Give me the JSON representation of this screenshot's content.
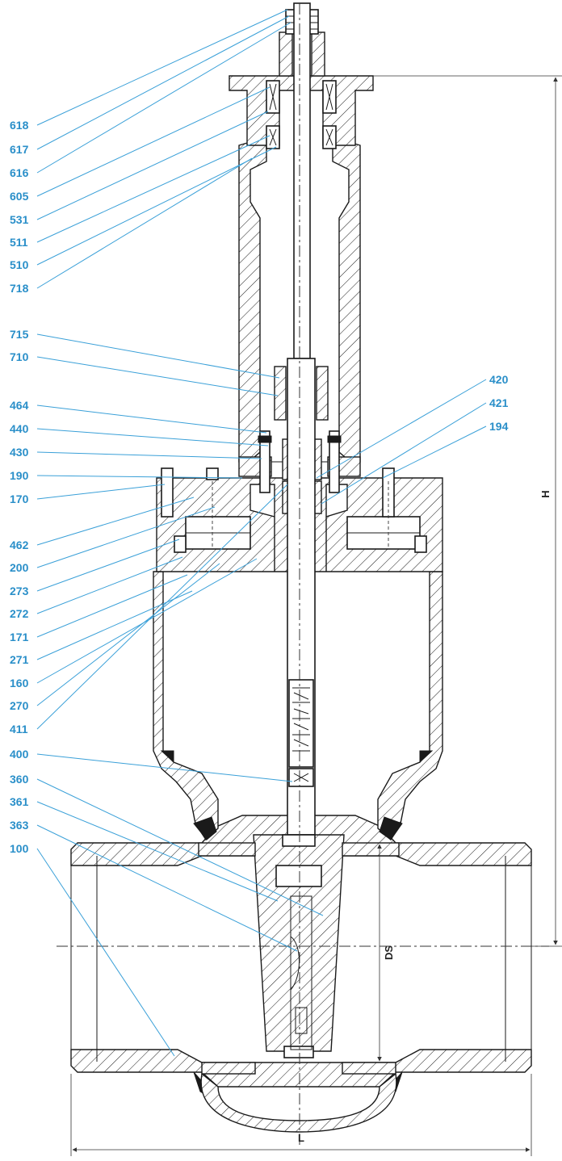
{
  "callouts_left": [
    "618",
    "617",
    "616",
    "605",
    "531",
    "511",
    "510",
    "718",
    "715",
    "710",
    "464",
    "440",
    "430",
    "190",
    "170",
    "462",
    "200",
    "273",
    "272",
    "171",
    "271",
    "160",
    "270",
    "411",
    "400",
    "360",
    "361",
    "363",
    "100"
  ],
  "callouts_right": [
    "420",
    "421",
    "194"
  ],
  "dimensions": {
    "height": "H",
    "seat_diameter": "DS",
    "length": "L"
  },
  "colors": {
    "callout": "#2a8fc9",
    "leader": "#3aa0d8",
    "outline": "#1a1a1a"
  }
}
